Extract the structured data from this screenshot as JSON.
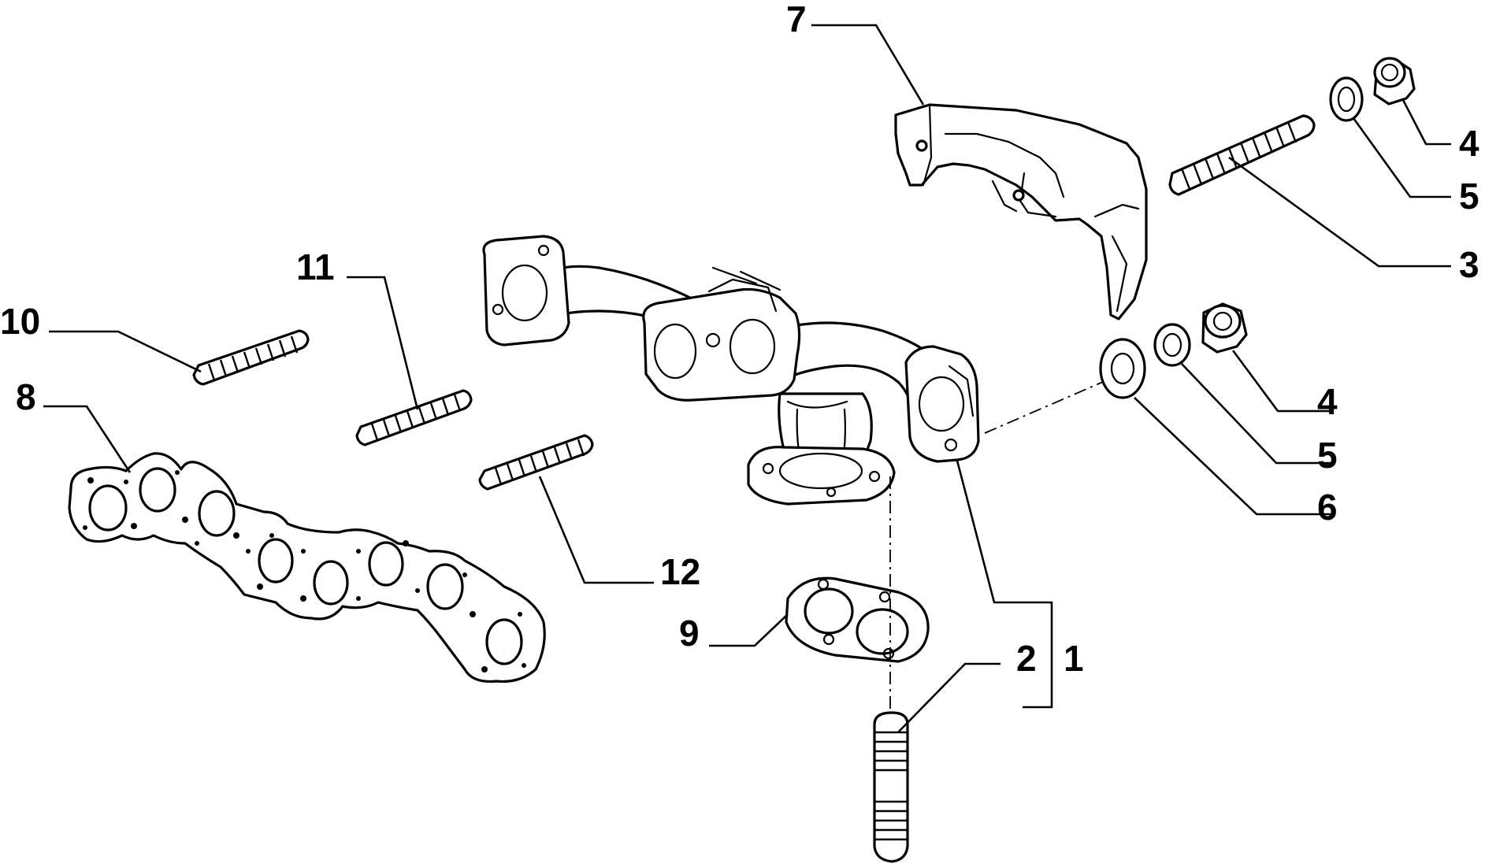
{
  "callouts": [
    {
      "id": "7",
      "text": "7"
    },
    {
      "id": "4a",
      "text": "4"
    },
    {
      "id": "5a",
      "text": "5"
    },
    {
      "id": "3",
      "text": "3"
    },
    {
      "id": "4b",
      "text": "4"
    },
    {
      "id": "5b",
      "text": "5"
    },
    {
      "id": "6",
      "text": "6"
    },
    {
      "id": "11",
      "text": "11"
    },
    {
      "id": "10",
      "text": "10"
    },
    {
      "id": "8",
      "text": "8"
    },
    {
      "id": "12",
      "text": "12"
    },
    {
      "id": "9",
      "text": "9"
    },
    {
      "id": "2",
      "text": "2"
    },
    {
      "id": "1",
      "text": "1"
    }
  ]
}
